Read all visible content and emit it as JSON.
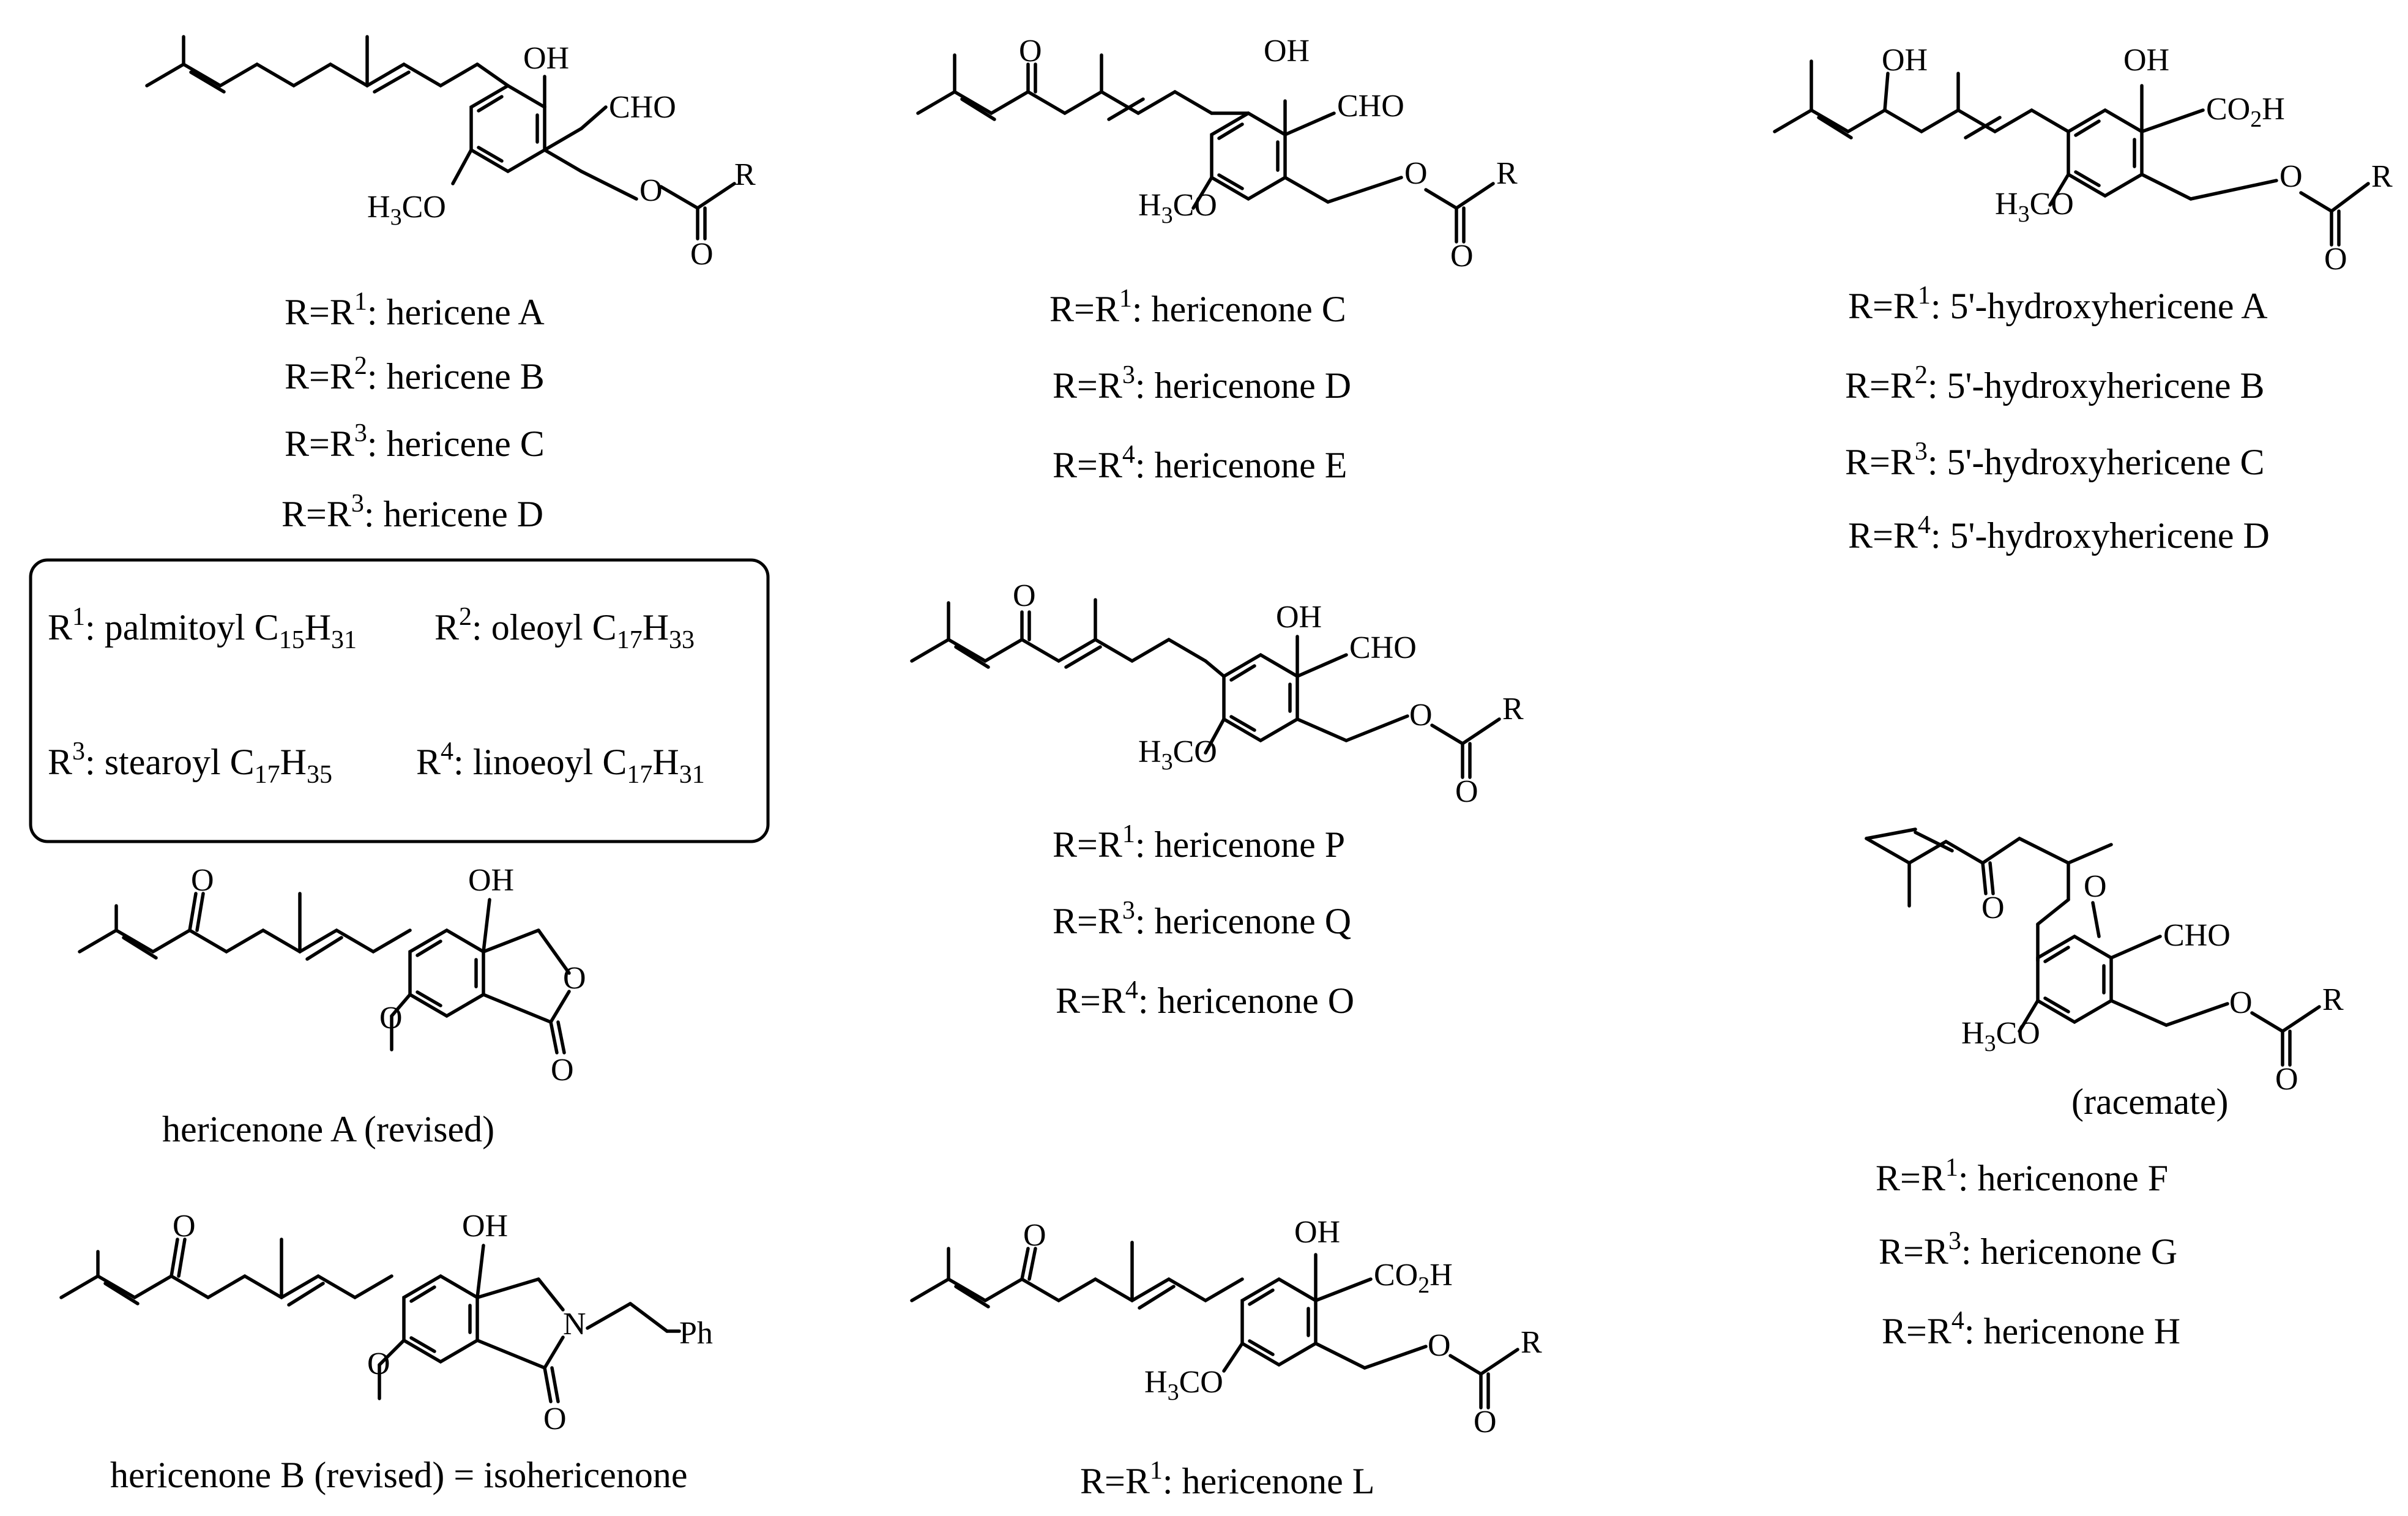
{
  "atoms": {
    "oh": "OH",
    "cho": "CHO",
    "h3co_h": "H",
    "h3co_3": "3",
    "h3co_co": "CO",
    "o": "O",
    "r": "R",
    "co2h_co": "CO",
    "co2h_2": "2",
    "co2h_h": "H",
    "n": "N",
    "ph": "Ph"
  },
  "captions": {
    "hericene": [
      {
        "pre": "R=R",
        "sup": "1",
        "post": ": hericene A"
      },
      {
        "pre": "R=R",
        "sup": "2",
        "post": ": hericene B"
      },
      {
        "pre": "R=R",
        "sup": "3",
        "post": ": hericene C"
      },
      {
        "pre": "R=R",
        "sup": "3",
        "post": ": hericene D"
      }
    ],
    "hericenone_cde": [
      {
        "pre": "R=R",
        "sup": "1",
        "post": ": hericenone C"
      },
      {
        "pre": "R=R",
        "sup": "3",
        "post": ": hericenone D"
      },
      {
        "pre": "R=R",
        "sup": "4",
        "post": ": hericenone E"
      }
    ],
    "hydroxyhericene": [
      {
        "pre": "R=R",
        "sup": "1",
        "post": ": 5'-hydroxyhericene A"
      },
      {
        "pre": "R=R",
        "sup": "2",
        "post": ": 5'-hydroxyhericene B"
      },
      {
        "pre": "R=R",
        "sup": "3",
        "post": ": 5'-hydroxyhericene C"
      },
      {
        "pre": "R=R",
        "sup": "4",
        "post": ": 5'-hydroxyhericene D"
      }
    ],
    "hericenone_pqo": [
      {
        "pre": "R=R",
        "sup": "1",
        "post": ": hericenone P"
      },
      {
        "pre": "R=R",
        "sup": "3",
        "post": ": hericenone Q"
      },
      {
        "pre": "R=R",
        "sup": "4",
        "post": ": hericenone O"
      }
    ],
    "hericenone_fgh": [
      {
        "pre": "R=R",
        "sup": "1",
        "post": ": hericenone F"
      },
      {
        "pre": "R=R",
        "sup": "3",
        "post": ": hericenone G"
      },
      {
        "pre": "R=R",
        "sup": "4",
        "post": ": hericenone H"
      }
    ],
    "hericenone_l": [
      {
        "pre": "R=R",
        "sup": "1",
        "post": ": hericenone L"
      }
    ],
    "hericenone_a": "hericenone A (revised)",
    "hericenone_b": "hericenone B (revised) = isohericenone",
    "racemate": "(racemate)"
  },
  "legend": [
    {
      "r": "R",
      "sup": "1",
      "name": ": palmitoyl C",
      "c": "15",
      "h": "H",
      "hn": "31"
    },
    {
      "r": "R",
      "sup": "2",
      "name": ": oleoyl C",
      "c": "17",
      "h": "H",
      "hn": "33"
    },
    {
      "r": "R",
      "sup": "3",
      "name": ": stearoyl C",
      "c": "17",
      "h": "H",
      "hn": "35"
    },
    {
      "r": "R",
      "sup": "4",
      "name": ": linoeoyl C",
      "c": "17",
      "h": "H",
      "hn": "31"
    }
  ]
}
